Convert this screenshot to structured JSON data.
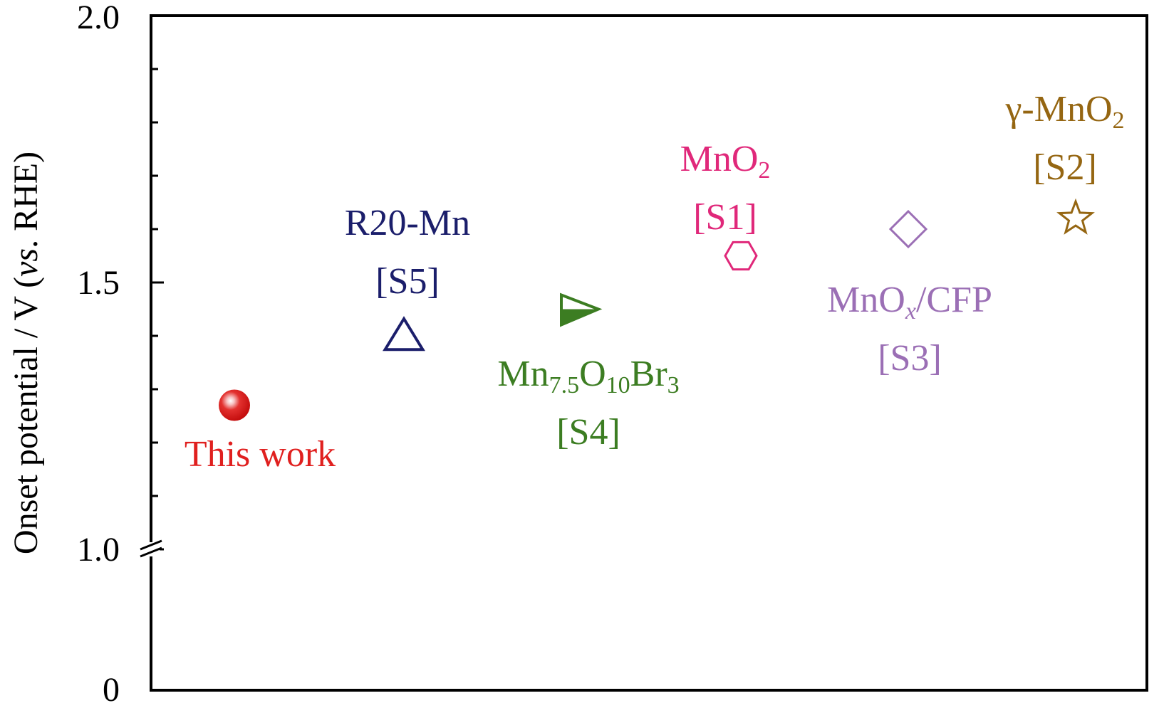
{
  "chart_data": {
    "type": "scatter",
    "title": "",
    "xlabel": "",
    "ylabel": {
      "prefix": "Onset potential / V (",
      "italic": "vs",
      "suffix": ". RHE)"
    },
    "y_axis_scale": "broken between 0 and 1.0",
    "ylim": [
      0,
      2.0
    ],
    "y_tick_labels": [
      "0",
      "1.0",
      "1.5",
      "2.0"
    ],
    "grid": false,
    "legend": "none",
    "points": [
      {
        "label_lines": [
          [
            {
              "t": "This work"
            }
          ]
        ],
        "x_index": 1,
        "y": 1.27,
        "marker": "filled-sphere",
        "color": "#e0201f"
      },
      {
        "label_lines": [
          [
            {
              "t": "R20-Mn"
            }
          ],
          [
            {
              "t": "[S5]"
            }
          ]
        ],
        "x_index": 2,
        "y": 1.4,
        "marker": "open-triangle-up",
        "color": "#1b1e6b"
      },
      {
        "label_lines": [
          [
            {
              "t": "Mn"
            },
            {
              "t": "7.5",
              "sub": true
            },
            {
              "t": "O"
            },
            {
              "t": "10",
              "sub": true
            },
            {
              "t": "Br"
            },
            {
              "t": "3",
              "sub": true
            }
          ],
          [
            {
              "t": "[S4]"
            }
          ]
        ],
        "x_index": 3,
        "y": 1.45,
        "marker": "half-filled-triangle-right",
        "color": "#3c7d22"
      },
      {
        "label_lines": [
          [
            {
              "t": "MnO"
            },
            {
              "t": "2",
              "sub": true
            }
          ],
          [
            {
              "t": "[S1]"
            }
          ]
        ],
        "x_index": 4,
        "y": 1.55,
        "marker": "open-hexagon",
        "color": "#e0287a"
      },
      {
        "label_lines": [
          [
            {
              "t": "MnO"
            },
            {
              "t": "x",
              "sub": true,
              "italic": true
            },
            {
              "t": "/CFP"
            }
          ],
          [
            {
              "t": "[S3]"
            }
          ]
        ],
        "x_index": 5,
        "y": 1.6,
        "marker": "open-diamond",
        "color": "#9b6fb5"
      },
      {
        "label_lines": [
          [
            {
              "t": "γ-MnO"
            },
            {
              "t": "2",
              "sub": true
            }
          ],
          [
            {
              "t": "[S2]"
            }
          ]
        ],
        "x_index": 6,
        "y": 1.62,
        "marker": "open-star",
        "color": "#956612"
      }
    ]
  }
}
